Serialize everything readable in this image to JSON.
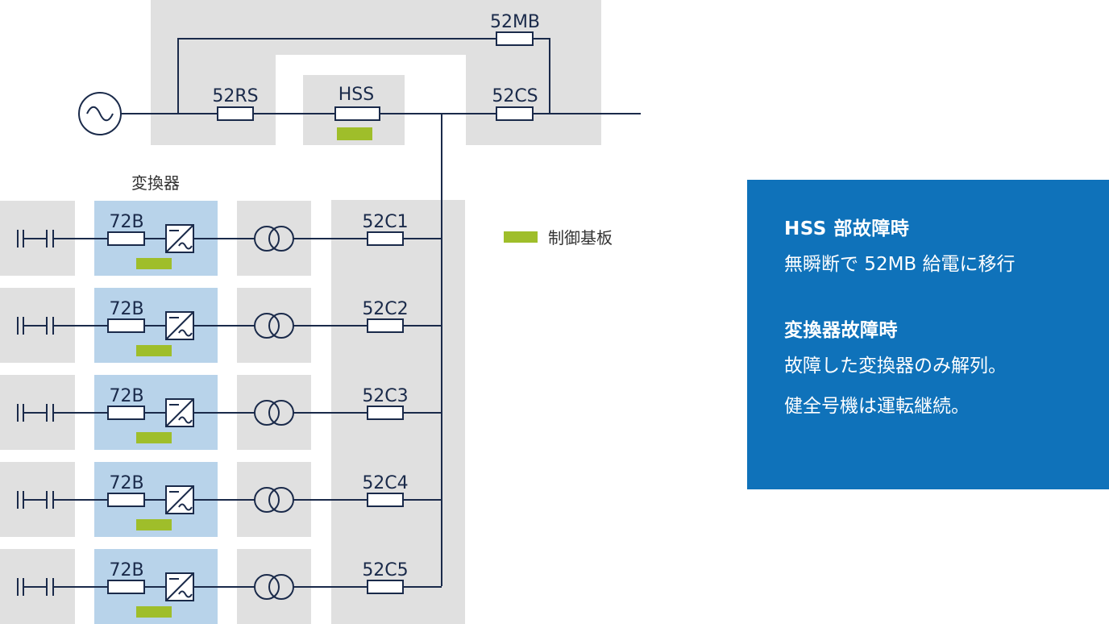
{
  "labels": {
    "breaker_52mb": "52MB",
    "breaker_52rs": "52RS",
    "hss": "HSS",
    "breaker_52cs": "52CS",
    "converter_group": "変換器",
    "legend_control_board": "制御基板"
  },
  "units": [
    {
      "dc_breaker": "72B",
      "feeder_breaker": "52C1"
    },
    {
      "dc_breaker": "72B",
      "feeder_breaker": "52C2"
    },
    {
      "dc_breaker": "72B",
      "feeder_breaker": "52C3"
    },
    {
      "dc_breaker": "72B",
      "feeder_breaker": "52C4"
    },
    {
      "dc_breaker": "72B",
      "feeder_breaker": "52C5"
    }
  ],
  "info": {
    "hss_fault_title": "HSS 部故障時",
    "hss_fault_text": "無瞬断で 52MB 給電に移行",
    "converter_fault_title": "変換器故障時",
    "converter_fault_text_1": "故障した変換器のみ解列。",
    "converter_fault_text_2": "健全号機は運転継続。"
  },
  "colors": {
    "gray_panel": "#e0e0e0",
    "converter_panel": "#b8d3ea",
    "control_board": "#9fbe2a",
    "line": "#1a2a4a",
    "info_box": "#0f72ba"
  }
}
